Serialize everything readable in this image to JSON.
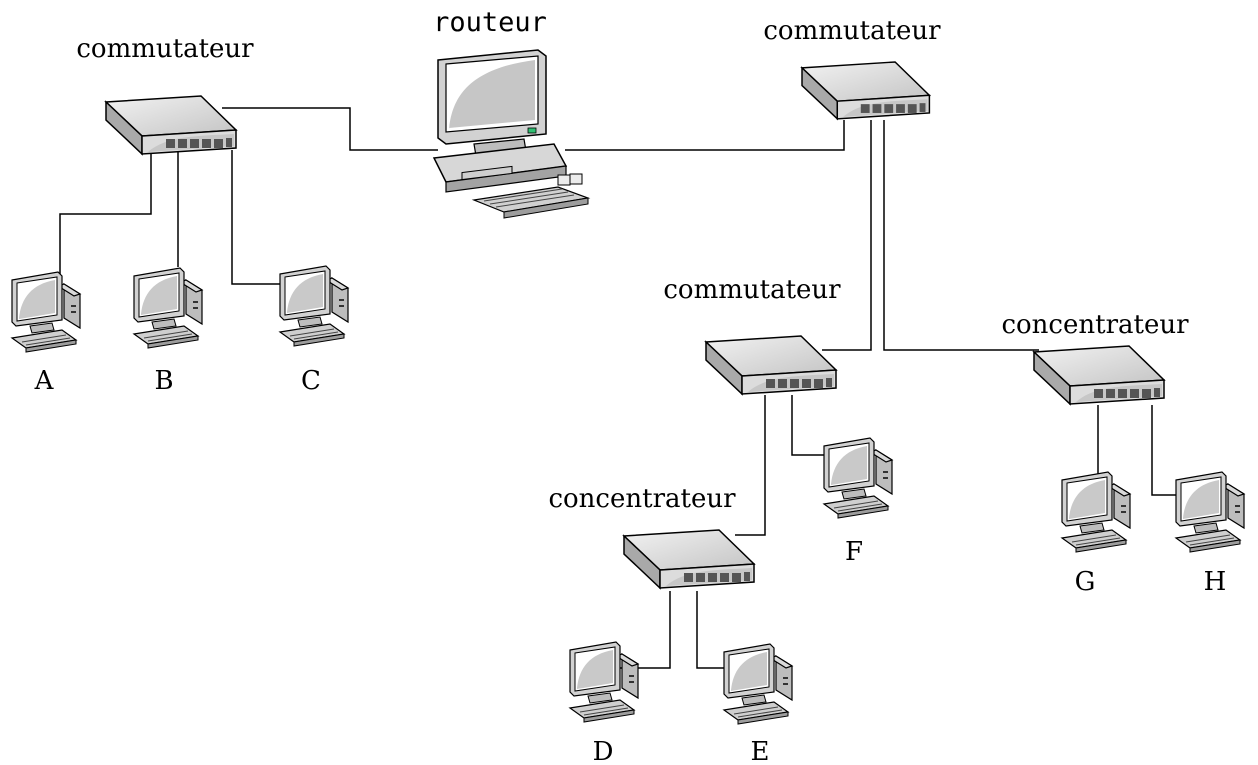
{
  "router": {
    "label": "routeur",
    "icon": "router-computer-icon"
  },
  "switches": [
    {
      "id": "sw1",
      "label": "commutateur",
      "icon": "network-switch-icon"
    },
    {
      "id": "sw2",
      "label": "commutateur",
      "icon": "network-switch-icon"
    },
    {
      "id": "sw3",
      "label": "commutateur",
      "icon": "network-switch-icon"
    }
  ],
  "hubs": [
    {
      "id": "hub1",
      "label": "concentrateur",
      "icon": "network-hub-icon"
    },
    {
      "id": "hub2",
      "label": "concentrateur",
      "icon": "network-hub-icon"
    }
  ],
  "computers": [
    {
      "id": "A",
      "label": "A",
      "icon": "desktop-computer-icon"
    },
    {
      "id": "B",
      "label": "B",
      "icon": "desktop-computer-icon"
    },
    {
      "id": "C",
      "label": "C",
      "icon": "desktop-computer-icon"
    },
    {
      "id": "D",
      "label": "D",
      "icon": "desktop-computer-icon"
    },
    {
      "id": "E",
      "label": "E",
      "icon": "desktop-computer-icon"
    },
    {
      "id": "F",
      "label": "F",
      "icon": "desktop-computer-icon"
    },
    {
      "id": "G",
      "label": "G",
      "icon": "desktop-computer-icon"
    },
    {
      "id": "H",
      "label": "H",
      "icon": "desktop-computer-icon"
    }
  ],
  "links": [
    [
      "sw1",
      "A"
    ],
    [
      "sw1",
      "B"
    ],
    [
      "sw1",
      "C"
    ],
    [
      "sw1",
      "router"
    ],
    [
      "router",
      "sw2"
    ],
    [
      "sw2",
      "sw3"
    ],
    [
      "sw2",
      "hub2"
    ],
    [
      "sw3",
      "hub1"
    ],
    [
      "sw3",
      "F"
    ],
    [
      "hub1",
      "D"
    ],
    [
      "hub1",
      "E"
    ],
    [
      "hub2",
      "G"
    ],
    [
      "hub2",
      "H"
    ]
  ],
  "colors": {
    "device_body": "#cfcfcf",
    "device_top": "#e0e0e0",
    "screen": "#ffffff",
    "port": "#555555",
    "led": "#2fbf71"
  }
}
